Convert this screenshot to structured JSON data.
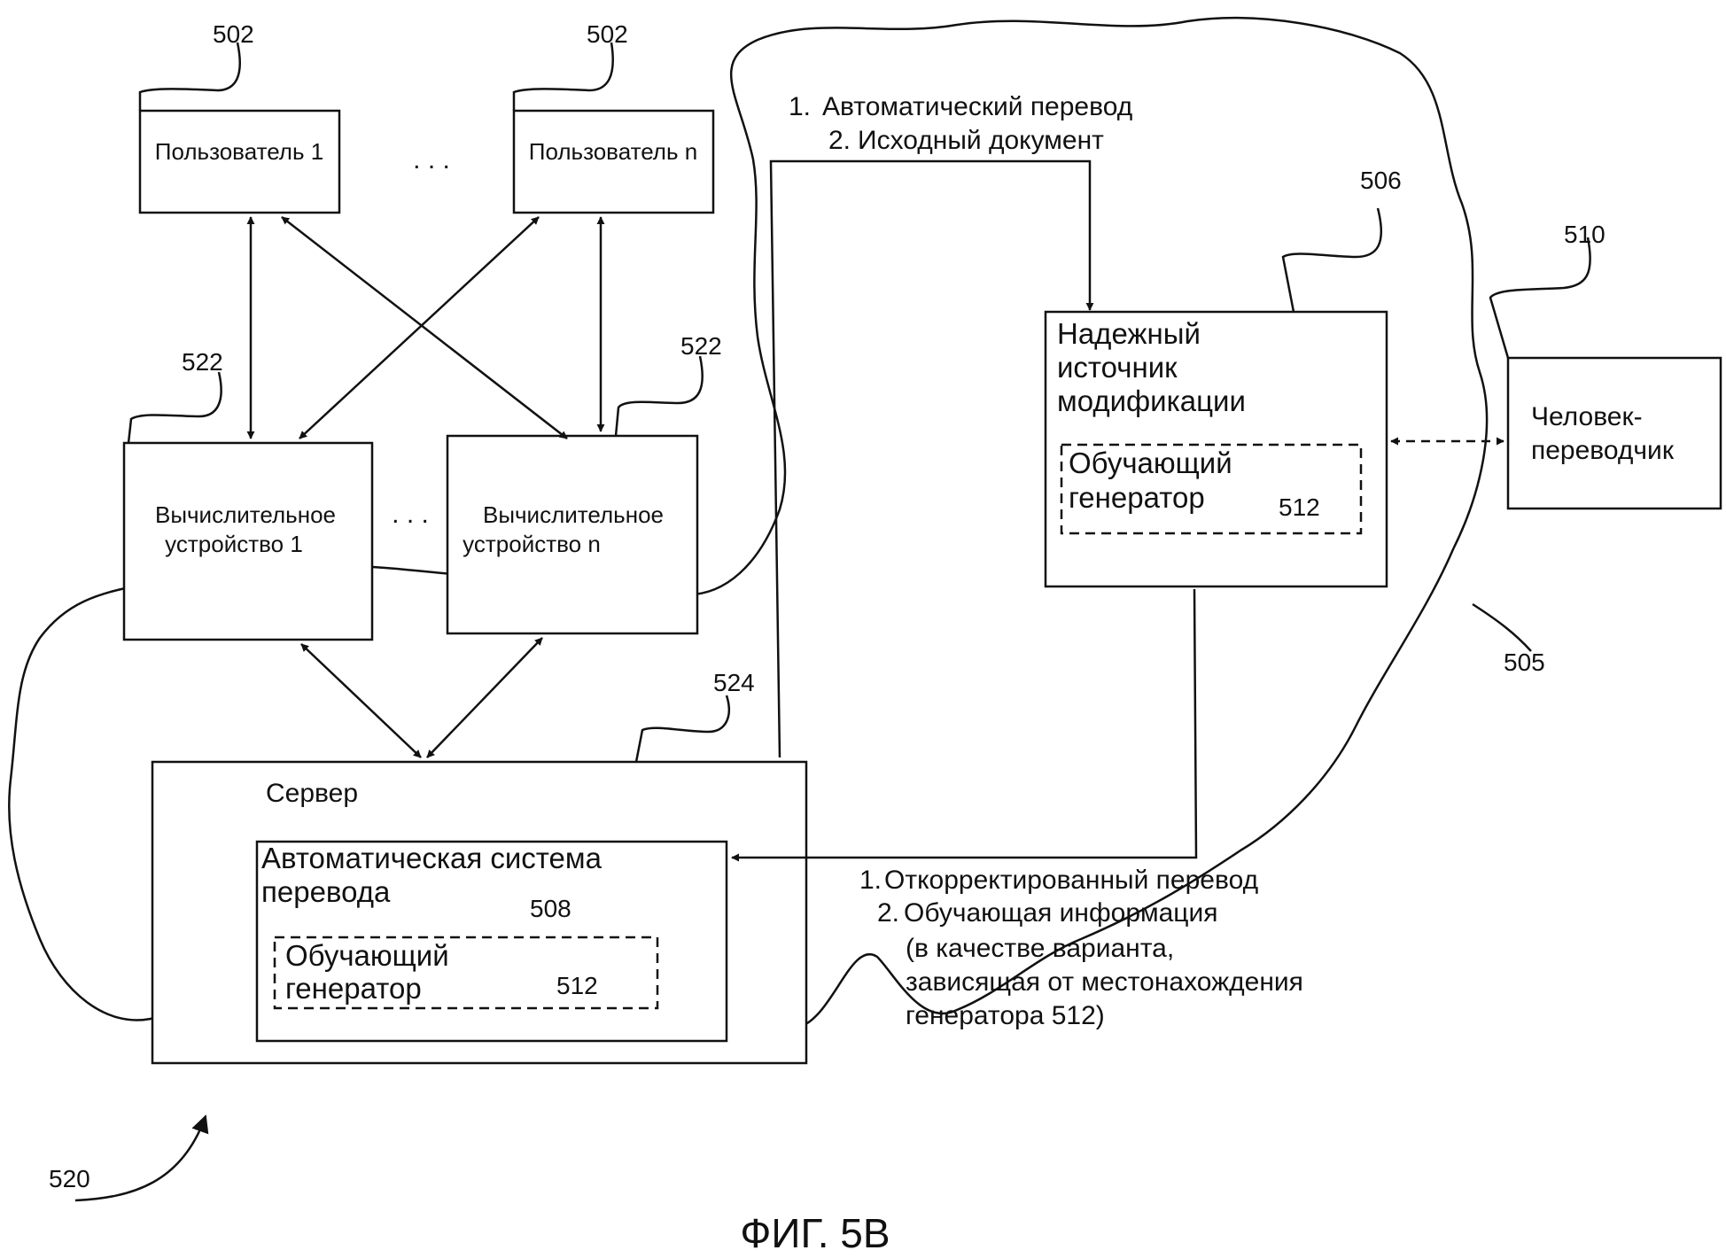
{
  "users": {
    "user1": "Пользователь 1",
    "usern": "Пользователь n",
    "ellipsis": ". . ."
  },
  "devices": {
    "device1": [
      "Вычислительное",
      "устройство 1"
    ],
    "devicen": [
      "Вычислительное",
      "устройство n"
    ],
    "ellipsis": ". . ."
  },
  "server": {
    "label": "Сервер",
    "mt_system": [
      "Автоматическая система",
      "перевода"
    ],
    "mt_ref": "508",
    "generator": [
      "Обучающий",
      "генератор"
    ],
    "generator_ref": "512"
  },
  "trusted_source": {
    "label": [
      "Надежный",
      "источник",
      "модификации"
    ],
    "generator": [
      "Обучающий",
      "генератор"
    ],
    "generator_ref": "512"
  },
  "translator": {
    "label": [
      "Человек-",
      "переводчик"
    ]
  },
  "top_flow": {
    "items": [
      {
        "num": "1.",
        "text": "Автоматический перевод"
      },
      {
        "num": "2.",
        "text": "Исходный документ"
      }
    ]
  },
  "bottom_flow": {
    "items": [
      {
        "num": "1.",
        "text": "Откорректированный перевод"
      },
      {
        "num": "2.",
        "text": "Обучающая информация"
      }
    ],
    "note": [
      "(в качестве варианта,",
      "зависящая от местонахождения",
      "генератора 512)"
    ]
  },
  "refs": {
    "r502a": "502",
    "r502b": "502",
    "r522a": "522",
    "r522b": "522",
    "r524": "524",
    "r506": "506",
    "r510": "510",
    "r505": "505",
    "r520": "520"
  },
  "figure_caption": "ФИГ. 5B"
}
